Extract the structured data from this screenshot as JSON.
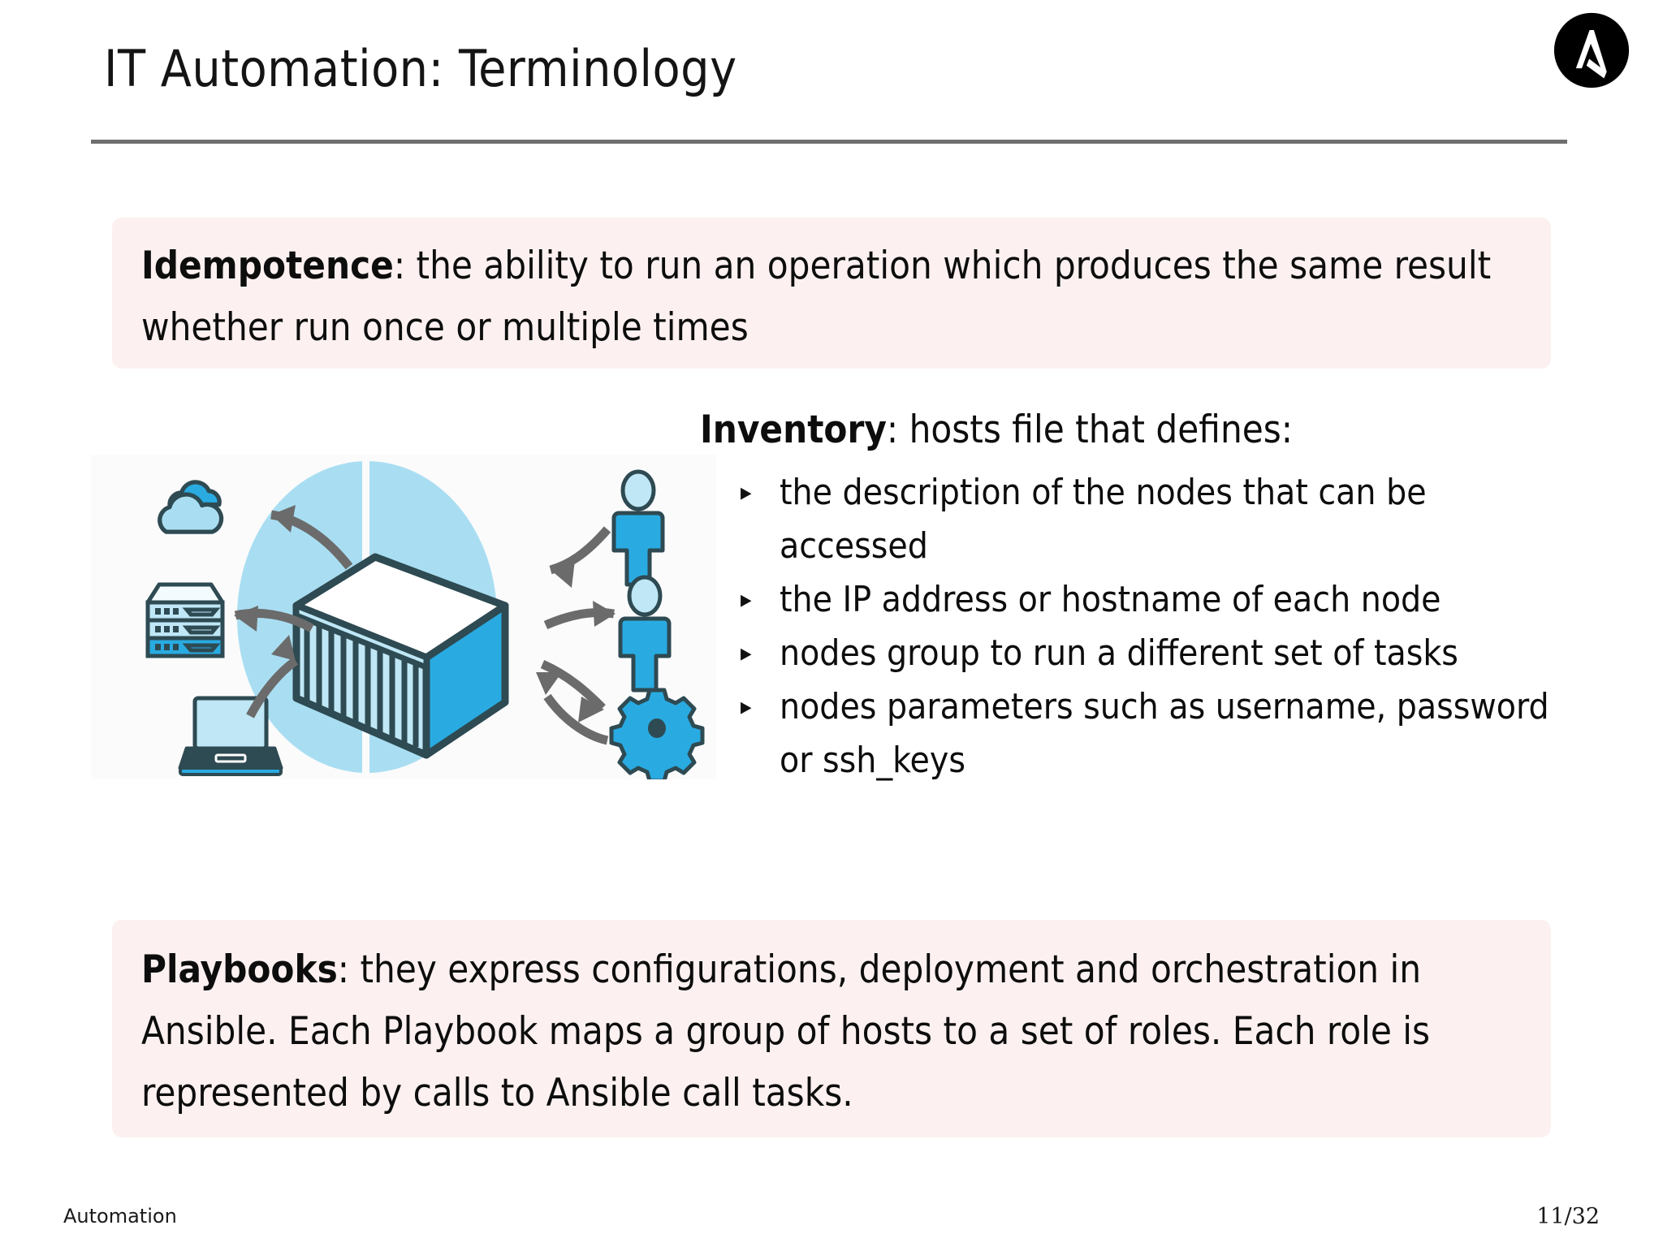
{
  "slide": {
    "title": "IT Automation:  Terminology",
    "logo_name": "ansible-logo",
    "theme": {
      "box_background": "#fcf1f0",
      "rule_color": "#6f6f6f",
      "text_color": "#0d0d0d",
      "accent_blue": "#29abe2",
      "light_blue": "#a9def2",
      "outline_navy": "#2e4a52",
      "arrow_gray": "#6b6b6b"
    }
  },
  "idempotence": {
    "term": "Idempotence",
    "separator": ":",
    "body": " the ability to run an operation which produces the same result whether run once or multiple times"
  },
  "inventory": {
    "term": "Inventory",
    "separator": ":",
    "head_body": " hosts file that defines:",
    "bullet_marker": "▸",
    "items": [
      "the description of the nodes that can be accessed",
      "the IP address or hostname of each node",
      "nodes group to run a different set of tasks",
      "nodes parameters such as username, password or ssh_keys"
    ]
  },
  "playbooks": {
    "term": "Playbooks",
    "separator": ":",
    "body": " they express configurations, deployment and orchestration in Ansible.  Each Playbook maps a group of hosts to a set of roles.  Each role is represented by calls to Ansible call tasks."
  },
  "illustration": {
    "name": "ansible-automation-diagram",
    "elements": [
      "cloud-icon",
      "server-rack-icon",
      "laptop-icon",
      "container-box-icon",
      "person-icon",
      "person-icon",
      "gear-icon",
      "arrow-connector"
    ]
  },
  "footer": {
    "left": "Automation",
    "page": "11/32"
  }
}
